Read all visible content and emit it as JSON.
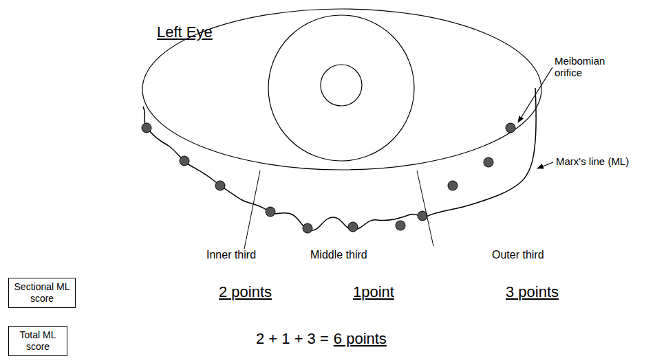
{
  "diagram": {
    "title": "Left Eye",
    "nodes": [
      {
        "text": [
          "Sectional ML score"
        ]
      },
      {
        "text": [
          "Total ML score"
        ]
      }
    ],
    "labels": [
      "Meibomian orifice",
      "Marx's line (ML)",
      "Inner third",
      "Middle third",
      "Outer third",
      "2 points",
      "1point",
      "3 points",
      "2 + 1 + 3 =",
      "6 points"
    ]
  }
}
